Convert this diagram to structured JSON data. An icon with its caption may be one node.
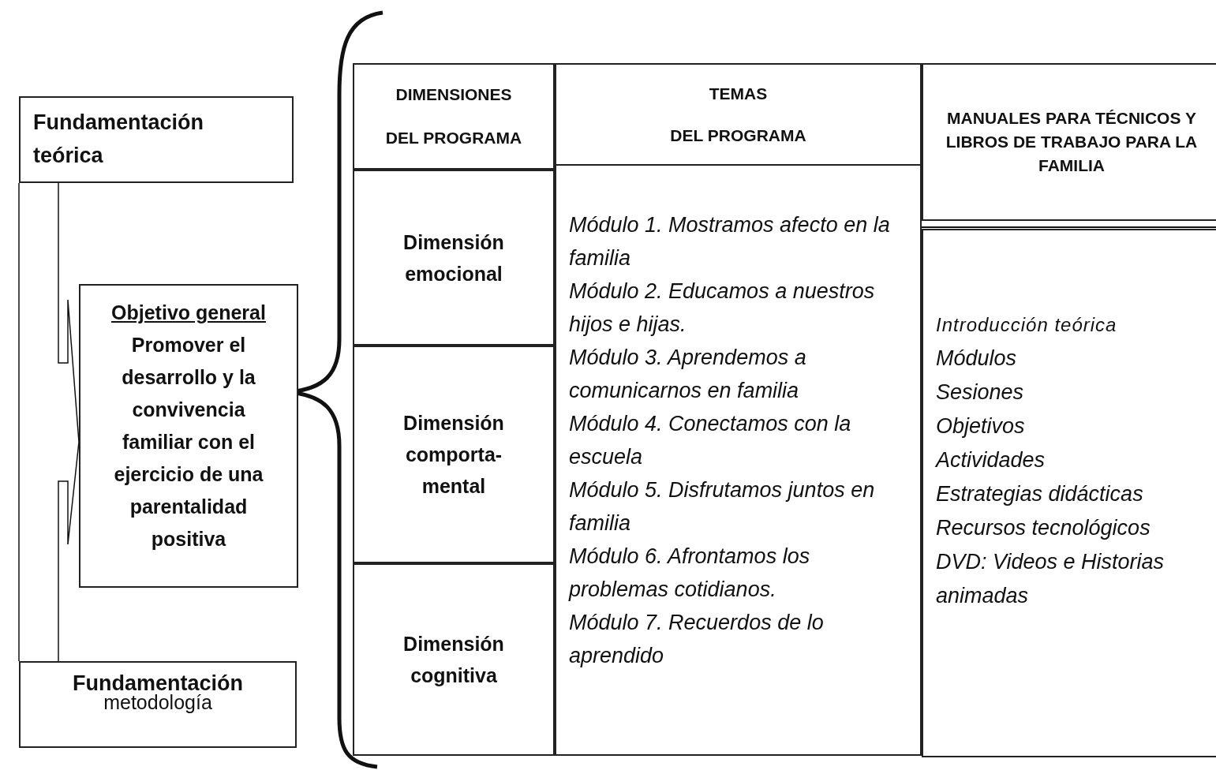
{
  "diagram": {
    "nodes": [
      {
        "text": [
          "Fundamentación teórica"
        ]
      },
      {
        "text": [
          "Objetivo general",
          "Promover el desarrollo y la convivencia familiar con el ejercicio de una parentalidad positiva"
        ]
      },
      {
        "text": [
          "Fundamentación",
          "metodología"
        ]
      },
      {
        "text": [
          "DIMENSIONES",
          "DEL PROGRAMA"
        ]
      },
      {
        "text": [
          "TEMAS",
          "DEL PROGRAMA"
        ]
      },
      {
        "text": [
          "MANUALES PARA TÉCNICOS Y LIBROS DE TRABAJO PARA LA FAMILIA"
        ]
      },
      {
        "text": [
          "Dimensión emocional"
        ]
      },
      {
        "text": [
          "Dimensión comporta- mental"
        ]
      },
      {
        "text": [
          "Dimensión cognitiva"
        ]
      },
      {
        "text": [
          "Módulo 1. Mostramos afecto en la familia",
          "Módulo 2. Educamos a nuestros hijos e hijas.",
          "Módulo 3. Aprendemos a comunicarnos en familia",
          "Módulo 4. Conectamos con la escuela",
          "Módulo 5. Disfrutamos juntos en familia",
          "Módulo 6. Afrontamos los problemas cotidianos.",
          "Módulo 7. Recuerdos de lo aprendido"
        ]
      },
      {
        "text": [
          "Introducción teórica",
          "Módulos",
          "Sesiones",
          "Objetivos",
          "Actividades",
          "Estrategias didácticas",
          "Recursos tecnológicos",
          "DVD: Videos e Historias animadas"
        ]
      }
    ],
    "edges": [
      {
        "from": 0,
        "to": 1,
        "arrow": "none"
      },
      {
        "from": 2,
        "to": 1,
        "arrow": "none"
      },
      {
        "from": 0,
        "to": 2,
        "arrow": "none"
      }
    ]
  }
}
